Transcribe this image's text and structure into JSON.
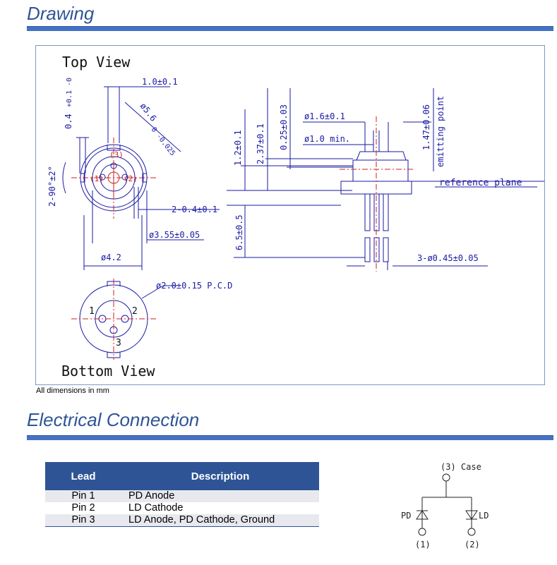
{
  "drawing_section": {
    "title": "Drawing"
  },
  "drawing": {
    "top_view_label": "Top View",
    "bottom_view_label": "Bottom View",
    "dims": {
      "width_1_0": "1.0±0.1",
      "dia_5_6": "ø5.6 0 -0.025",
      "dia_5_6_main": "ø5.6",
      "dia_5_6_tol": "0 -0.025",
      "tol_0_4": "0.4 +0.1 -0",
      "tol_0_4_main": "0.4",
      "tol_0_4_tol": "+0.1 -0",
      "angle": "2-90°±2°",
      "pin_w": "2-0.4±0.1",
      "dia_3_55": "ø3.55±0.05",
      "dia_4_2": "ø4.2",
      "pcd": "ø2.0±0.15 P.C.D",
      "h_2_37": "2.37±0.1",
      "h_0_25": "0.25±0.03",
      "h_1_2": "1.2±0.1",
      "h_6_5": "6.5±0.5",
      "dia_1_6": "ø1.6±0.1",
      "dia_1_0": "ø1.0 min.",
      "h_1_47": "1.47±0.06",
      "emitting_point": "emitting point",
      "reference_plane": "reference plane",
      "lead_dia": "3-ø0.45±0.05"
    },
    "top_pin_labels": [
      "(1)",
      "(2)",
      "(3)"
    ],
    "bottom_pin_labels": [
      "1",
      "2",
      "3"
    ]
  },
  "note": "All dimensions in mm",
  "electrical_section": {
    "title": "Electrical Connection"
  },
  "table": {
    "headers": [
      "Lead",
      "Description"
    ],
    "rows": [
      {
        "lead": "Pin 1",
        "description": "PD Anode"
      },
      {
        "lead": "Pin 2",
        "description": "LD Cathode"
      },
      {
        "lead": "Pin 3",
        "description": "LD Anode, PD Cathode, Ground"
      }
    ]
  },
  "schematic": {
    "case_label": "(3) Case",
    "pd_label": "PD",
    "ld_label": "LD",
    "pin1_label": "(1)",
    "pin2_label": "(2)"
  },
  "colors": {
    "accent": "#2f5496",
    "rule": "#4472c4",
    "cad_lines": "#1a1aa6",
    "centerline": "#cc2222"
  }
}
